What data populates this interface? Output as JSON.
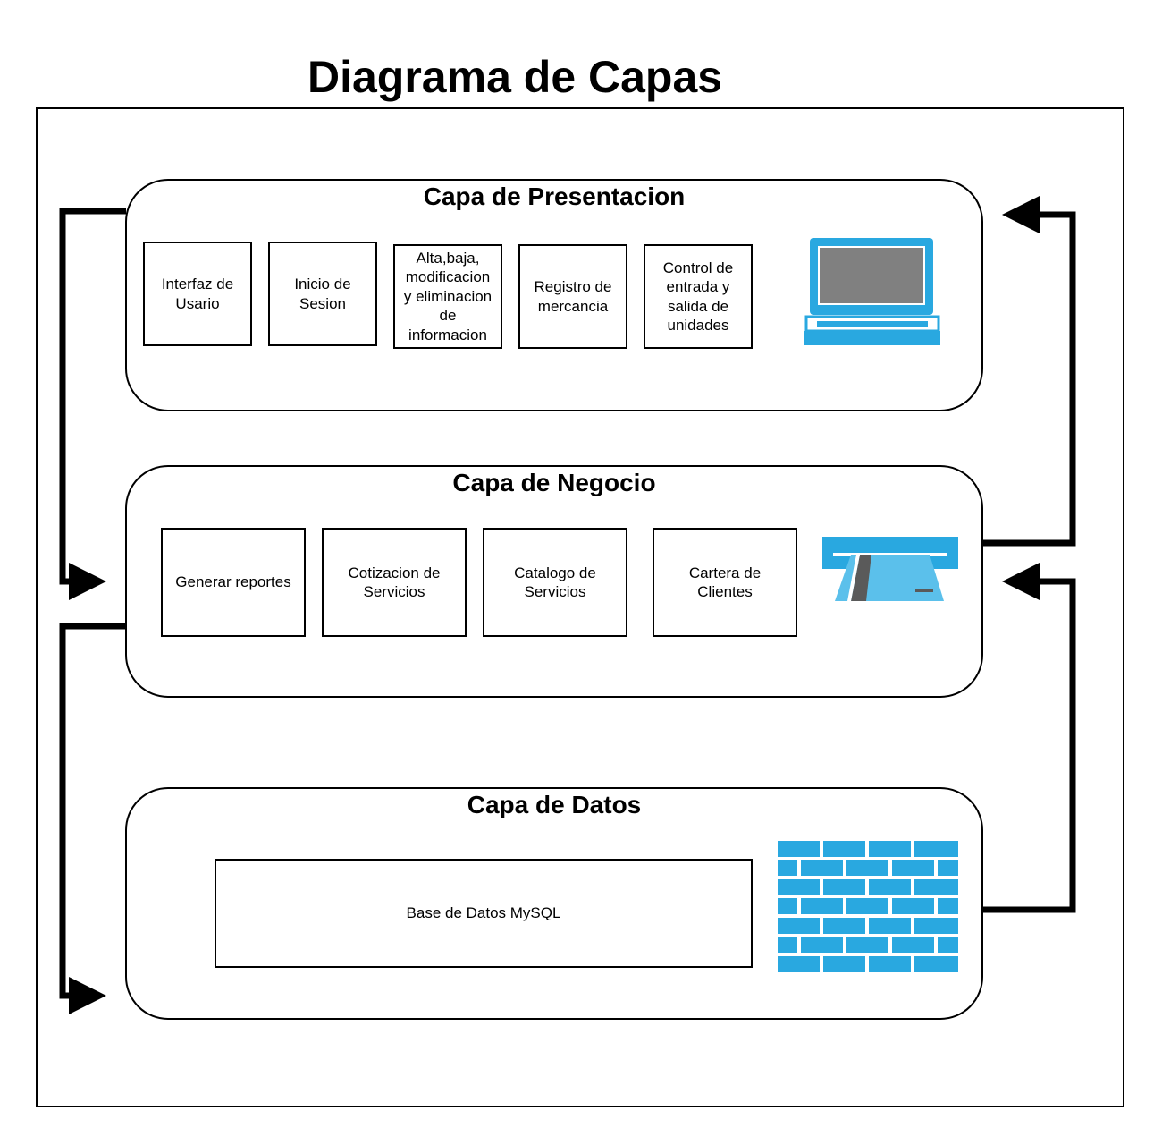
{
  "title": "Diagrama de Capas",
  "layers": [
    {
      "title": "Capa de Presentacion",
      "components": [
        "Interfaz de\nUsario",
        "Inicio de\nSesion",
        "Alta,baja,\nmodificacion\ny eliminacion\nde\ninformacion",
        "Registro de\nmercancia",
        "Control de\nentrada y\nsalida de\nunidades"
      ],
      "icon": "laptop-icon"
    },
    {
      "title": "Capa de Negocio",
      "components": [
        "Generar reportes",
        "Cotizacion de\nServicios",
        "Catalogo de\nServicios",
        "Cartera de\nClientes"
      ],
      "icon": "card-reader-icon"
    },
    {
      "title": "Capa de Datos",
      "components": [
        "Base de Datos MySQL"
      ],
      "icon": "brick-wall-icon"
    }
  ],
  "colors": {
    "icon_blue": "#29a8e0",
    "icon_light_blue": "#5bc0eb",
    "screen_gray": "#808080",
    "stroke": "#000000"
  }
}
